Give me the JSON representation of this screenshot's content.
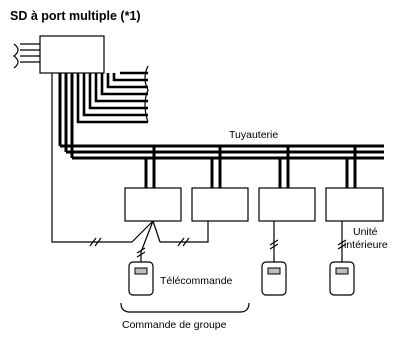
{
  "diagram": {
    "title": "SD à port multiple (*1)",
    "labels": {
      "piping": "Tuyauterie",
      "indoor_unit_line1": "Unité",
      "indoor_unit_line2": "intérieure",
      "remote_control": "Télécommande",
      "group_control": "Commande de groupe"
    },
    "indoor_unit_count": 4,
    "remote_control_count": 3,
    "sd_branch_count": 8
  }
}
